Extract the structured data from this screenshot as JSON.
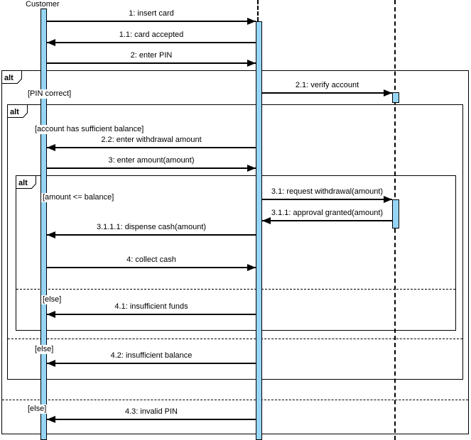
{
  "diagram_type": "uml-sequence-diagram",
  "participants": [
    {
      "label": "Customer"
    }
  ],
  "fragments": [
    {
      "operator": "alt",
      "guards": [
        "[PIN correct]",
        "[else]"
      ]
    },
    {
      "operator": "alt",
      "guards": [
        "[account has sufficient balance]",
        "[else]"
      ]
    },
    {
      "operator": "alt",
      "guards": [
        "[amount <= balance]",
        "[else]"
      ]
    }
  ],
  "messages": [
    {
      "label": "1: insert card",
      "from": 1,
      "to": 2,
      "direction": "right"
    },
    {
      "label": "1.1: card accepted",
      "from": 2,
      "to": 1,
      "direction": "left"
    },
    {
      "label": "2: enter PIN",
      "from": 1,
      "to": 2,
      "direction": "right"
    },
    {
      "label": "2.1: verify account",
      "from": 2,
      "to": 3,
      "direction": "right"
    },
    {
      "label": "2.2: enter withdrawal amount",
      "from": 2,
      "to": 1,
      "direction": "left"
    },
    {
      "label": "3: enter amount(amount)",
      "from": 1,
      "to": 2,
      "direction": "right"
    },
    {
      "label": "3.1: request withdrawal(amount)",
      "from": 2,
      "to": 3,
      "direction": "right"
    },
    {
      "label": "3.1.1: approval granted(amount)",
      "from": 3,
      "to": 2,
      "direction": "left"
    },
    {
      "label": "3.1.1.1: dispense cash(amount)",
      "from": 2,
      "to": 1,
      "direction": "left"
    },
    {
      "label": "4: collect cash",
      "from": 1,
      "to": 2,
      "direction": "right"
    },
    {
      "label": "4.1: insufficient funds",
      "from": 2,
      "to": 1,
      "direction": "left"
    },
    {
      "label": "4.2: insufficient balance",
      "from": 2,
      "to": 1,
      "direction": "left"
    },
    {
      "label": "4.3: invalid PIN",
      "from": 2,
      "to": 1,
      "direction": "left"
    }
  ],
  "colors": {
    "activation_fill": "#96D5F5",
    "line": "#000000",
    "background": "#FFFFFF"
  }
}
